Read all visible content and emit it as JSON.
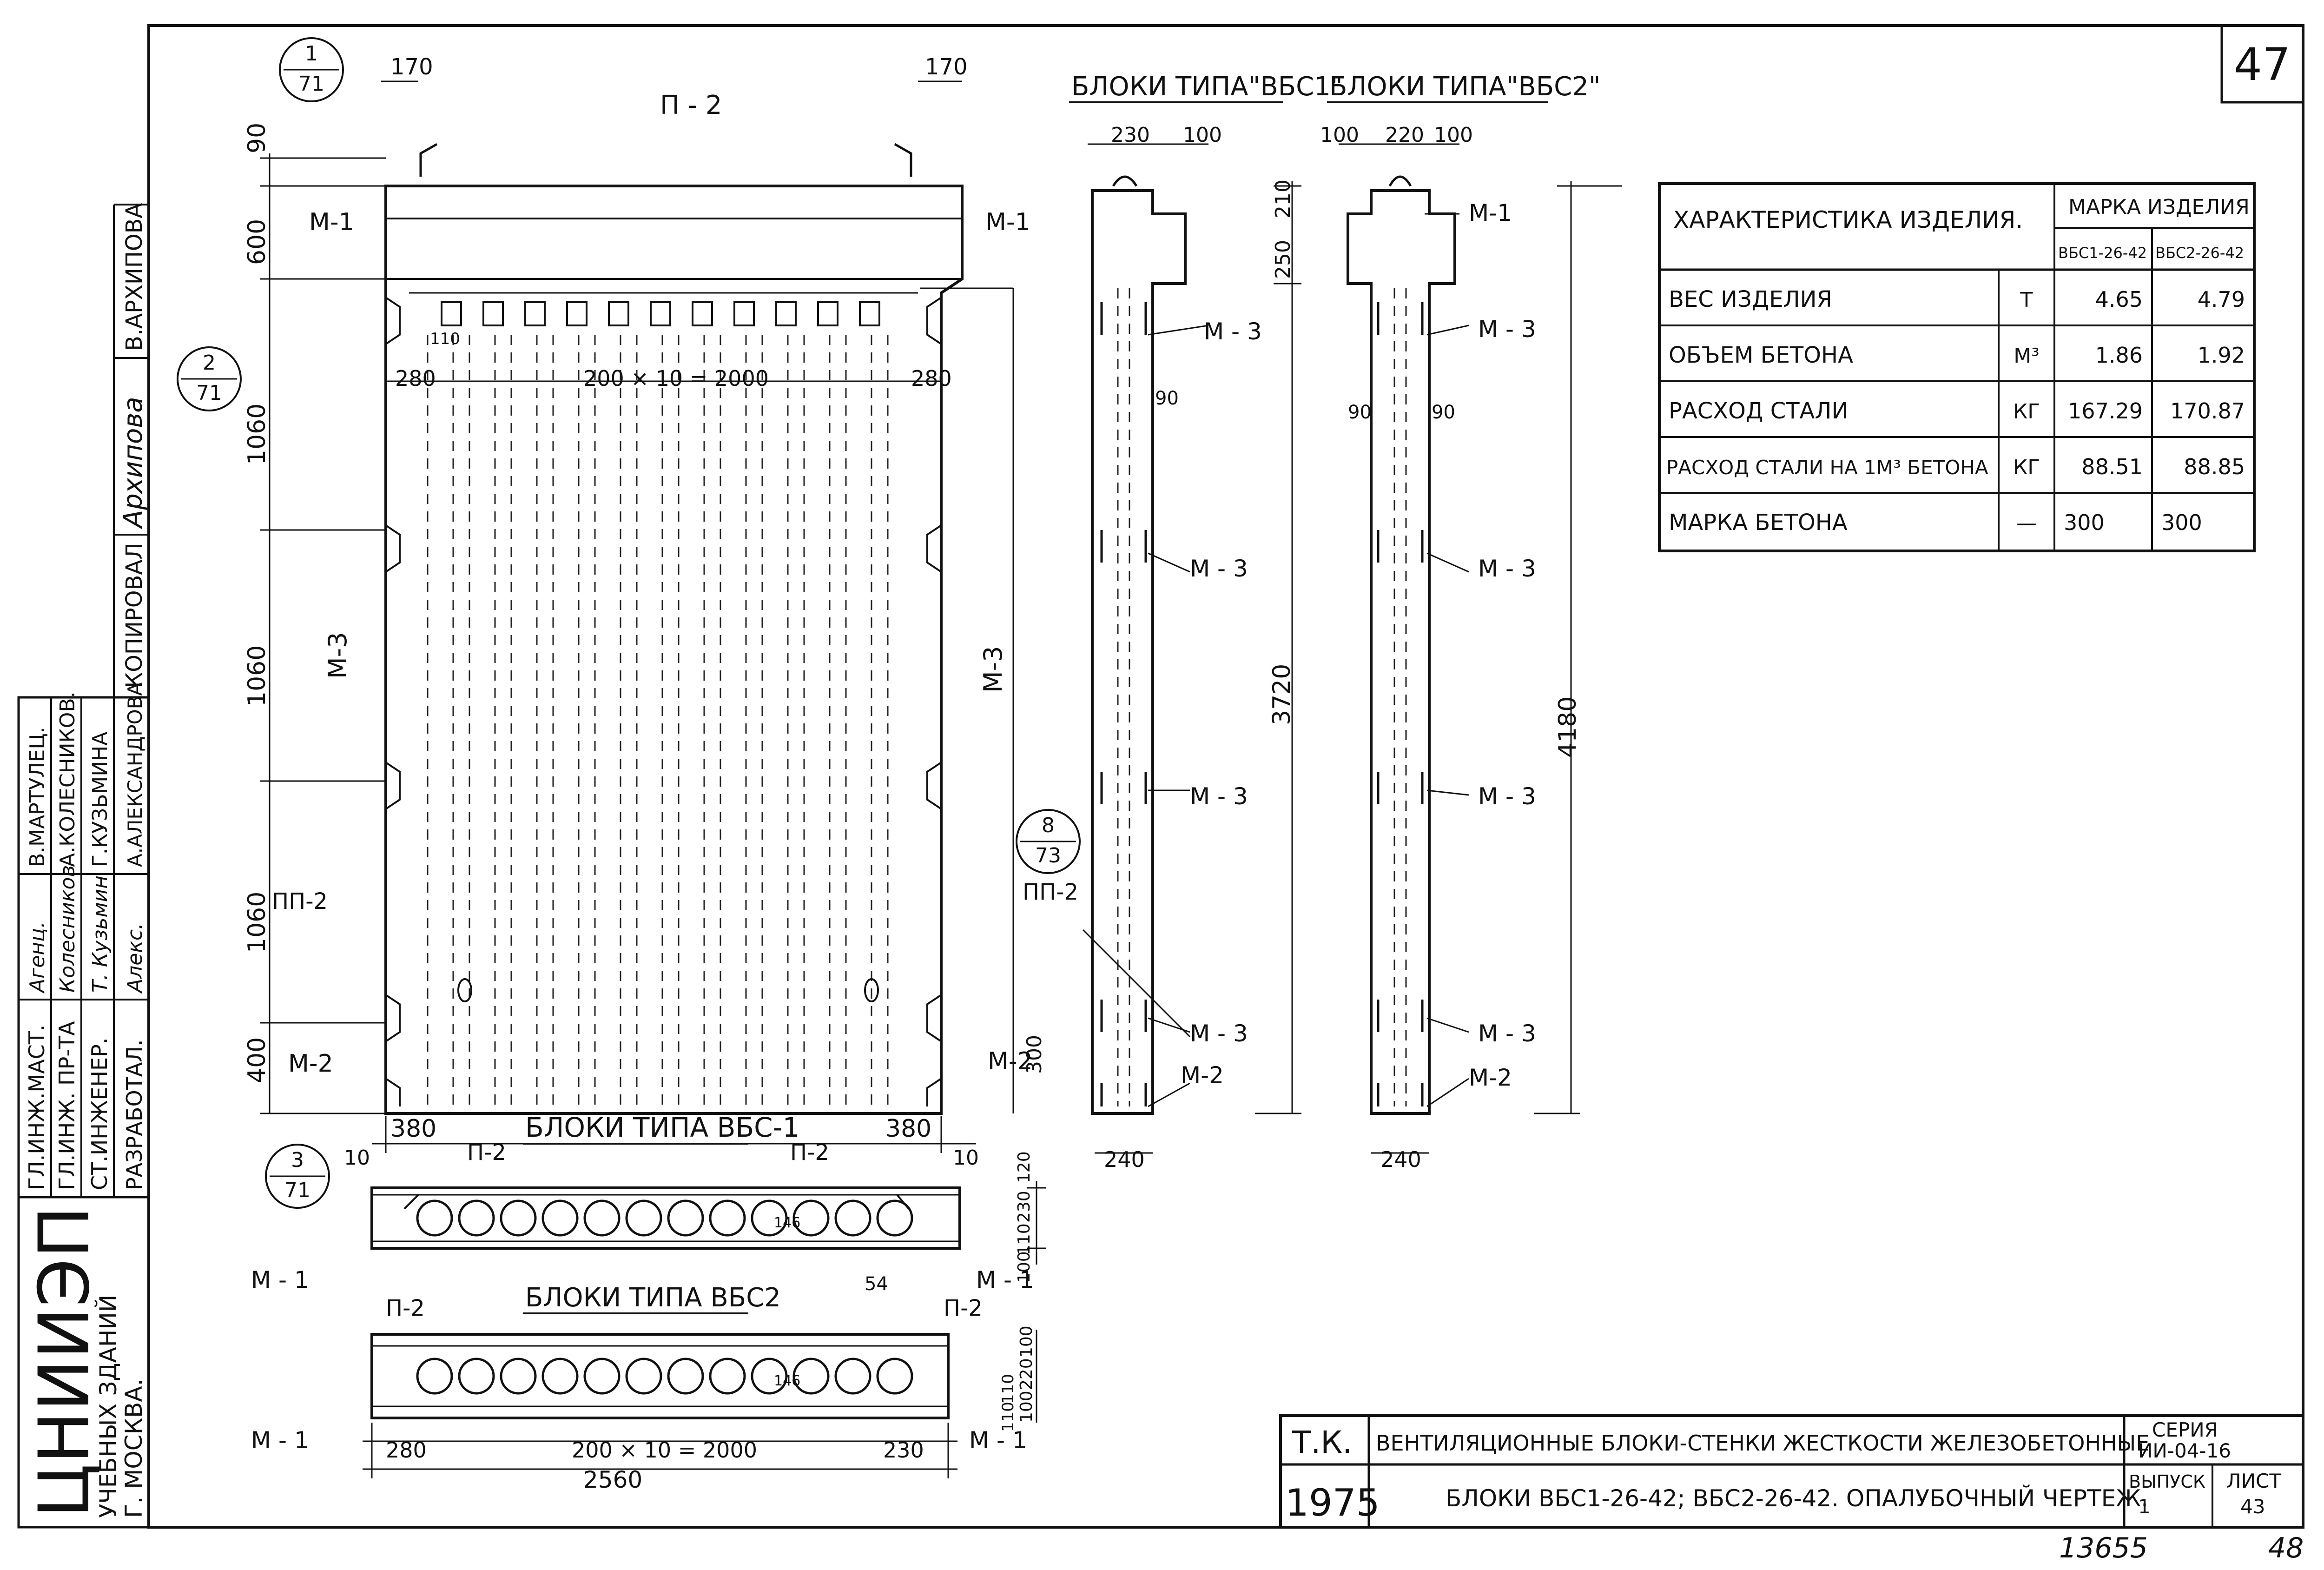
{
  "sheet": {
    "corner_number": "47",
    "bottom_numbers": [
      "13655",
      "48"
    ]
  },
  "side_stamp": {
    "organization": "ЦНИИЭП",
    "organization_sub": [
      "УЧЕБНЫХ ЗДАНИЙ",
      "Г. МОСКВА."
    ],
    "roles": [
      "ГЛ.ИНЖ.МАСТ.",
      "ГЛ.ИНЖ. ПР-ТА",
      "СТ.ИНЖЕНЕР.",
      "РАЗРАБОТАЛ."
    ],
    "signatures": [
      "Агенц.",
      "Колесников",
      "Т. Кузьмин",
      "Алекс."
    ],
    "names": [
      "В.МАРТУЛЕЦ.",
      "А.КОЛЕСНИКОВ.",
      "Г.КУЗЬМИНА",
      "А.АЛЕКСАНДРОВА"
    ],
    "copied_label": "КОПИРОВАЛ",
    "copied_sig": "Архипова",
    "copied_name": "В.АРХИПОВА"
  },
  "drawing": {
    "front_title": "БЛОКИ ТИПА ВБС-1",
    "plan1_title": "БЛОКИ ТИПА ВБС2",
    "side1_title": "БЛОКИ ТИПА\"ВБС1\"",
    "side2_title": "БЛОКИ ТИПА\"ВБС2\"",
    "callouts": [
      {
        "num": "1",
        "sheet": "71"
      },
      {
        "num": "2",
        "sheet": "71"
      },
      {
        "num": "3",
        "sheet": "71"
      },
      {
        "num": "8",
        "sheet": "73"
      }
    ],
    "labels": {
      "p2": "П - 2",
      "m1": "М-1",
      "m1s": "М - 1",
      "m2": "М-2",
      "m3": "М-3",
      "m3s": "М - 3",
      "pp2": "ПП-2",
      "p2b": "П-2"
    },
    "dims": {
      "d170": "170",
      "d90": "90",
      "d600": "600",
      "d1060": "1060",
      "d400": "400",
      "d280": "280",
      "d200x10": "200 × 10 = 2000",
      "d110": "110",
      "d380": "380",
      "d10": "10",
      "d230": "230",
      "d100": "100",
      "d210": "210",
      "d250": "250",
      "d3720": "3720",
      "d4180": "4180",
      "d240": "240",
      "d220": "220",
      "d120": "120",
      "d54": "54",
      "d2560": "2560",
      "d146": "146",
      "d300": "300"
    }
  },
  "table": {
    "header_char": "ХАРАКТЕРИСТИКА ИЗДЕЛИЯ.",
    "header_mark": "МАРКА ИЗДЕЛИЯ",
    "col1": "ВБС1-26-42",
    "col2": "ВБС2-26-42",
    "rows": [
      {
        "name": "ВЕС ИЗДЕЛИЯ",
        "unit": "Т",
        "v1": "4.65",
        "v2": "4.79"
      },
      {
        "name": "ОБЪЕМ БЕТОНА",
        "unit": "М³",
        "v1": "1.86",
        "v2": "1.92"
      },
      {
        "name": "РАСХОД СТАЛИ",
        "unit": "КГ",
        "v1": "167.29",
        "v2": "170.87"
      },
      {
        "name": "РАСХОД СТАЛИ НА 1М³ БЕТОНА",
        "unit": "КГ",
        "v1": "88.51",
        "v2": "88.85"
      },
      {
        "name": "МАРКА БЕТОНА",
        "unit": "—",
        "v1": "300",
        "v2": "300"
      }
    ]
  },
  "title_block": {
    "tk": "Т.К.",
    "year": "1975",
    "title1": "ВЕНТИЛЯЦИОННЫЕ БЛОКИ-СТЕНКИ ЖЕСТКОСТИ ЖЕЛЕЗОБЕТОННЫЕ",
    "title2": "БЛОКИ ВБС1-26-42; ВБС2-26-42. ОПАЛУБОЧНЫЙ ЧЕРТЕЖ.",
    "series_label": "СЕРИЯ",
    "series_value": "ИИ-04-16",
    "issue_label": "ВЫПУСК",
    "issue_value": "1",
    "sheet_label": "ЛИСТ",
    "sheet_value": "43"
  }
}
